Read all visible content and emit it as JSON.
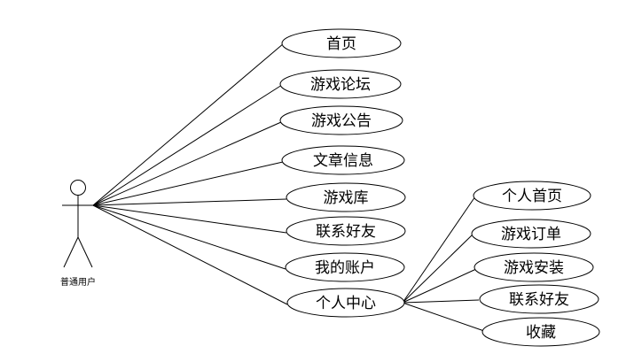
{
  "actor": {
    "name": "普通用户"
  },
  "use_cases": [
    "首页",
    "游戏论坛",
    "游戏公告",
    "文章信息",
    "游戏库",
    "联系好友",
    "我的账户",
    "个人中心"
  ],
  "personal_center_items": [
    "个人首页",
    "游戏订单",
    "游戏安装",
    "联系好友",
    "收藏"
  ],
  "colors": {
    "line": "#000000",
    "fill": "#ffffff"
  }
}
